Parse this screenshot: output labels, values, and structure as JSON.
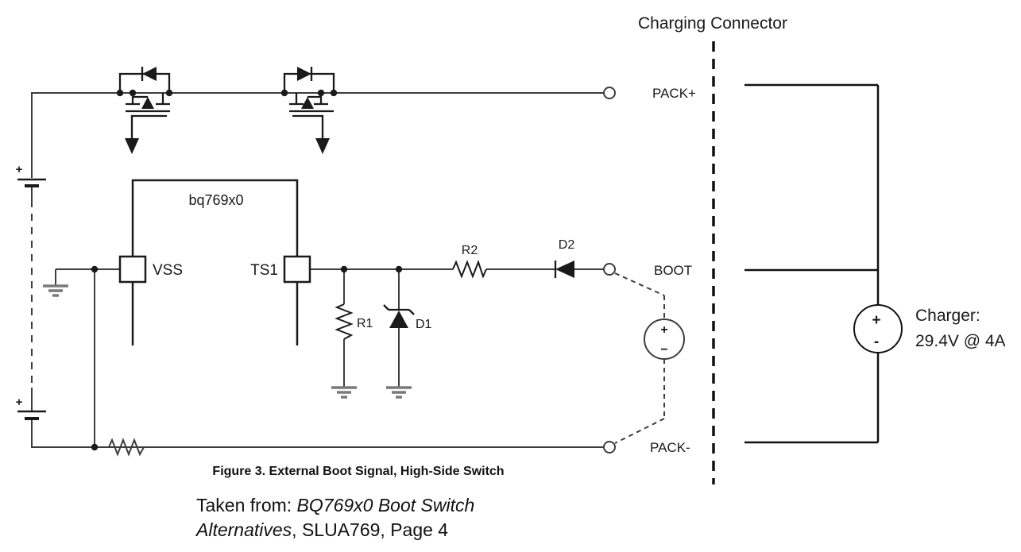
{
  "diagram": {
    "ic_label": "bq769x0",
    "pin_vss": "VSS",
    "pin_ts1": "TS1",
    "components": {
      "r1": "R1",
      "d1": "D1",
      "r2": "R2",
      "d2": "D2"
    },
    "battery": {
      "top_plus": "+",
      "bottom_plus": "+"
    },
    "terminals": {
      "pack_plus": "PACK+",
      "boot": "BOOT",
      "pack_minus": "PACK-"
    },
    "boot_source": {
      "plus": "+",
      "minus": "−"
    },
    "charging": {
      "title": "Charging Connector",
      "charger_line1": "Charger:",
      "charger_line2": "29.4V @ 4A",
      "plus": "+",
      "minus": "-"
    }
  },
  "captions": {
    "figure": "Figure 3. External Boot Signal, High-Side Switch",
    "source_prefix": "Taken from: ",
    "source_italic_line1": "BQ769x0 Boot Switch",
    "source_italic_line2": "Alternatives",
    "source_suffix": ", SLUA769, Page 4"
  },
  "colors": {
    "wire": "#3d3d3d",
    "component": "#1a1a1a",
    "ground": "#7a7a7a",
    "text": "#1a1a1a",
    "background": "#ffffff"
  }
}
